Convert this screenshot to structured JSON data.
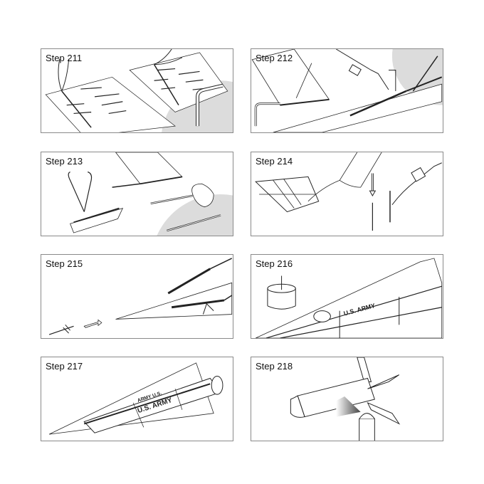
{
  "document": {
    "type": "model assembly instructions",
    "steps": [
      {
        "label": "Step 211",
        "illustration": "pliers bending wire over printed template sheets; inset of bent L-shaped wire"
      },
      {
        "label": "Step 212",
        "illustration": "glue bottle applying to fin edge; L-wire inserted; inset detail of fin assembly"
      },
      {
        "label": "Step 213",
        "illustration": "pliers cutting rod along ruler; fin section; rod with glue blob; inset rod"
      },
      {
        "label": "Step 214",
        "illustration": "hand removing part from sprue; part slid onto rod with arrow; glue bottle applying to part on rod"
      },
      {
        "label": "Step 215",
        "illustration": "small part with arrow pointing to nose tip of missile body with fins"
      },
      {
        "label": "Step 216",
        "illustration": "cylindrical ring part with arrow; missile body with U.S. ARMY marking and decal arrow"
      },
      {
        "label": "Step 217",
        "illustration": "completed missile with ARMY and U.S. ARMY markings"
      },
      {
        "label": "Step 218",
        "illustration": "spray can painting missile tail section with fins"
      }
    ]
  },
  "colors": {
    "border": "#8a8a8a",
    "line": "#222222",
    "inset": "#dcdcdc",
    "background": "#ffffff"
  }
}
